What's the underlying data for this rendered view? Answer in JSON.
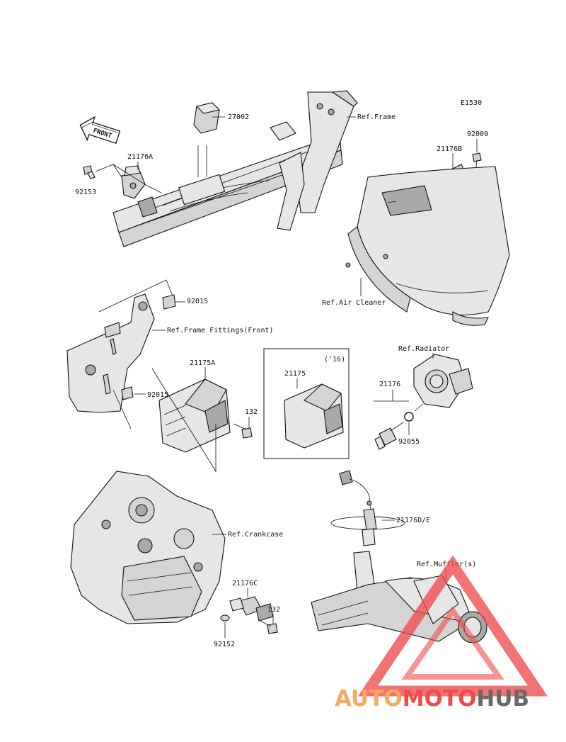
{
  "diagram_code": "E1530",
  "labels": {
    "p27002": "27002",
    "ref_frame": "Ref.Frame",
    "p92009": "92009",
    "p21176B": "21176B",
    "p21176A": "21176A",
    "p92153": "92153",
    "front_arrow": "FRONT",
    "ref_air_cleaner": "Ref.Air Cleaner",
    "p92015_a": "92015",
    "ref_frame_fittings": "Ref.Frame Fittings(Front)",
    "p21175A": "21175A",
    "p92015_b": "92015",
    "p132_a": "132",
    "year_variant": "('16)",
    "p21175": "21175",
    "ref_radiator": "Ref.Radiator",
    "p21176": "21176",
    "p92055": "92055",
    "p21176DE": "21176D/E",
    "ref_crankcase": "Ref.Crankcase",
    "ref_muffler": "Ref.Muffler(s)",
    "p21176C": "21176C",
    "p132_b": "132",
    "p92152": "92152"
  },
  "watermark": {
    "part1": "AUTO",
    "part2": "MOTO",
    "part3": "HUB",
    "color_orange": "#f5a962",
    "color_red": "#ee4c4c",
    "color_gray": "#6a6a6a"
  }
}
